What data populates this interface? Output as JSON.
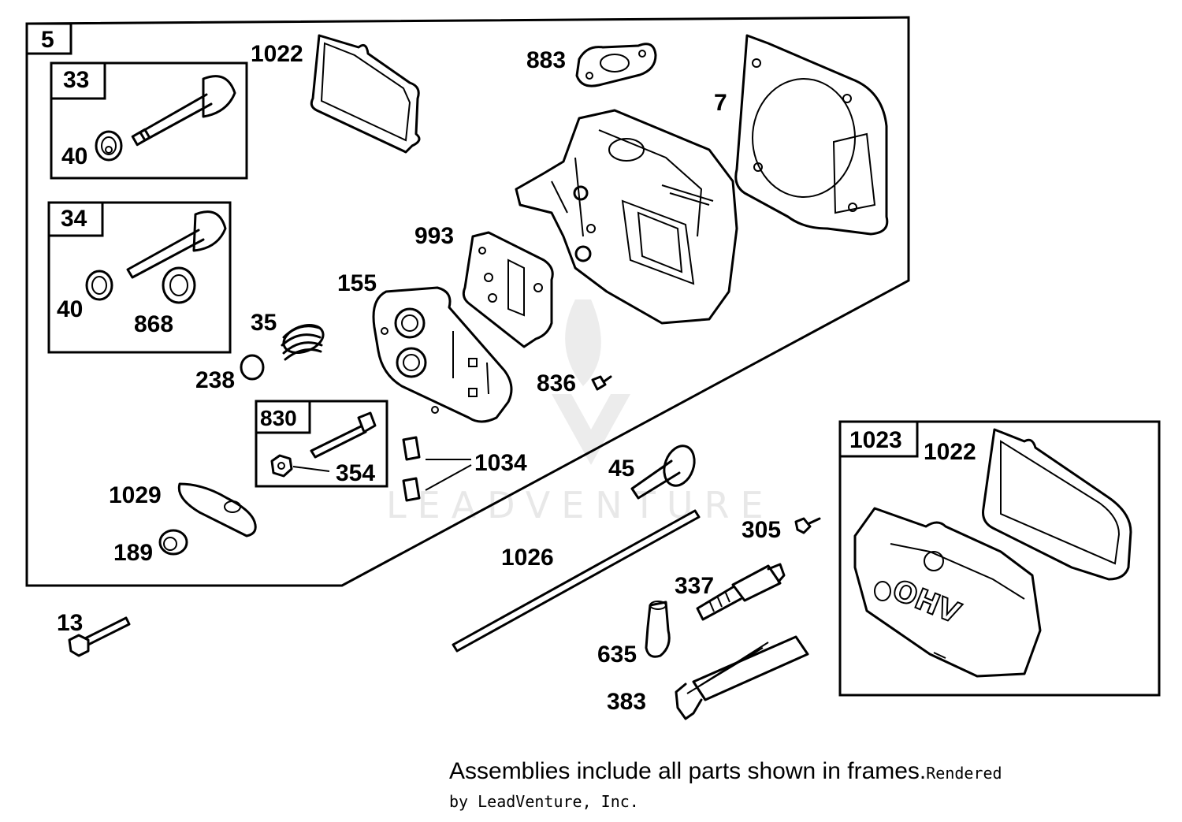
{
  "labels": {
    "frame_main": "5",
    "frame_33": "33",
    "frame_34": "34",
    "frame_830": "830",
    "frame_1023": "1023",
    "p1022_top": "1022",
    "p883": "883",
    "p7": "7",
    "p40_a": "40",
    "p40_b": "40",
    "p868": "868",
    "p993": "993",
    "p155": "155",
    "p35": "35",
    "p238": "238",
    "p836": "836",
    "p354": "354",
    "p1034": "1034",
    "p45": "45",
    "p1029": "1029",
    "p189": "189",
    "p1026": "1026",
    "p305": "305",
    "p337": "337",
    "p635": "635",
    "p383": "383",
    "p13": "13",
    "p1022_right": "1022"
  },
  "cover_text": "OHV",
  "watermark": "LEADVENTURE",
  "note": {
    "text": "Assemblies include all parts shown in frames.",
    "credit": "Rendered by LeadVenture, Inc."
  }
}
